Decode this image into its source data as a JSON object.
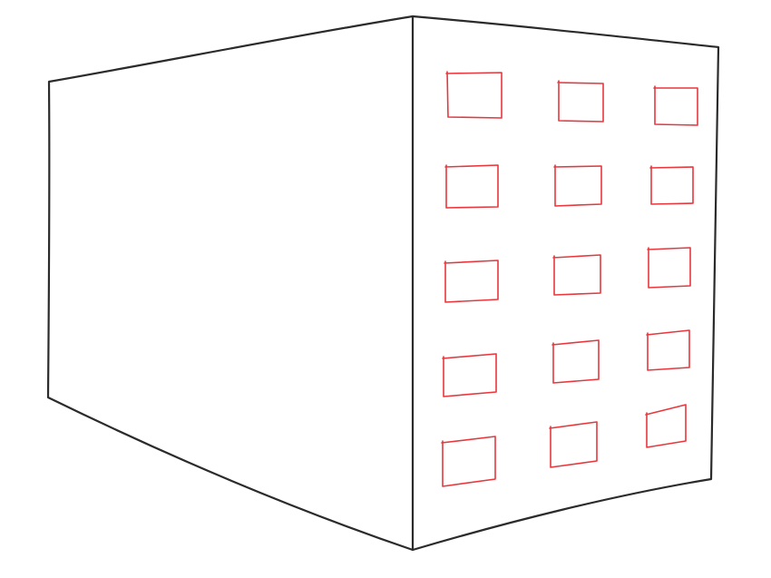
{
  "drawing": {
    "subject": "building",
    "style": "hand-drawn sketch",
    "colors": {
      "outline": "#2b2b2b",
      "window": "#e8373d",
      "background": "#ffffff"
    },
    "walls": [
      "left-wall",
      "front-wall"
    ],
    "window_grid": {
      "rows": 5,
      "columns": 3
    }
  }
}
